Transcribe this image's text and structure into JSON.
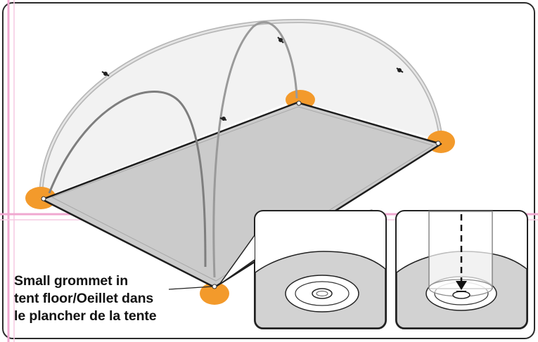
{
  "callout": {
    "lines": [
      "Small grommet in",
      "tent floor/Oeillet dans",
      "le plancher de la tente"
    ]
  },
  "colors": {
    "frame": "#2b2b2b",
    "guide_line": "#f0a8d0",
    "floor": "#cbcbcb",
    "floor_edge": "#1e1e1e",
    "pole": "#8c8c8c",
    "canopy": "#f2f2f2",
    "grommet_pad": "#f39a2b",
    "detail_bg": "#ffffff",
    "detail_floor": "#d2d2d2"
  },
  "icons": {
    "corner_grommets": "orange-grommet-pad",
    "pole_clips": "pole-clip",
    "insert_arrow": "dashed-down-arrow"
  }
}
